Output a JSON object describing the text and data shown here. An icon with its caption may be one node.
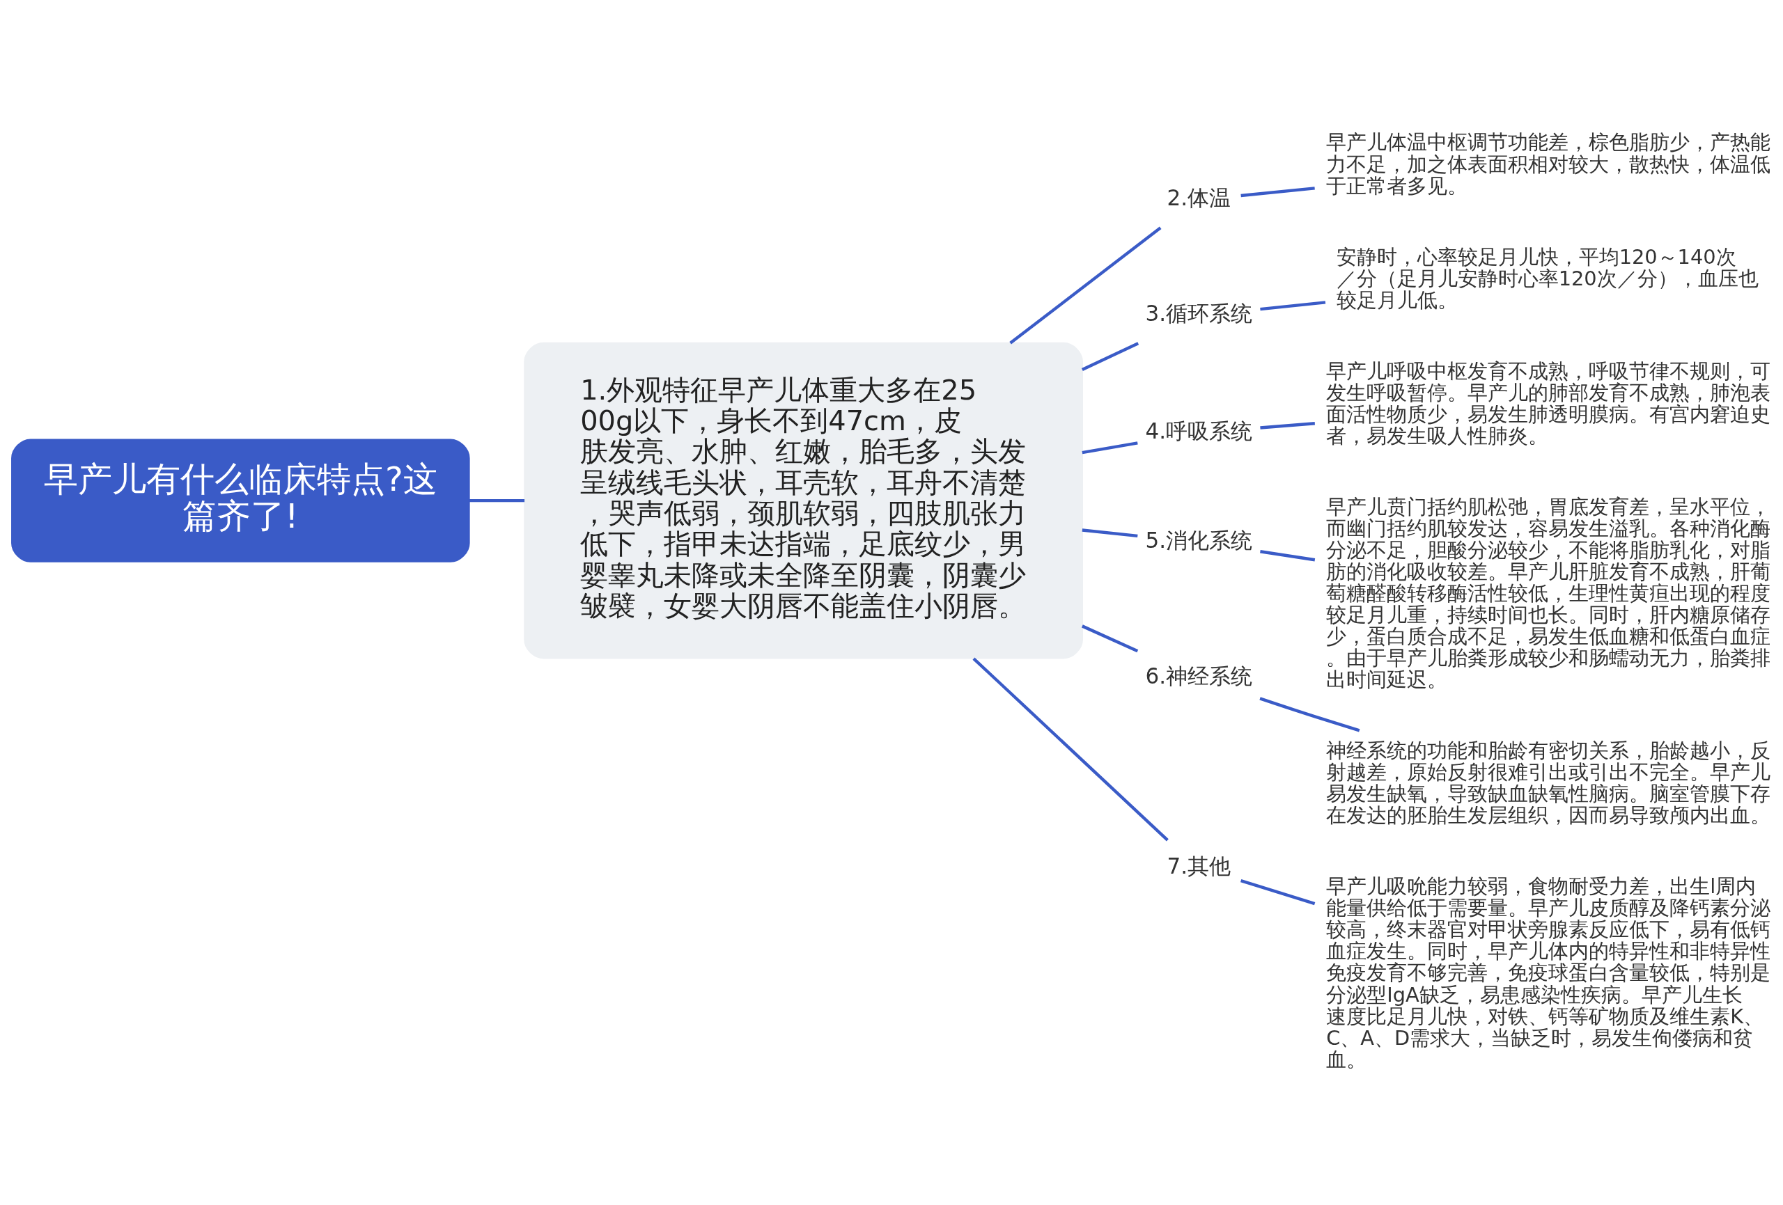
{
  "diagram": {
    "nodes": [
      {
        "text": [
          "早产儿有什么临床特点?这篇齐了!"
        ]
      },
      {
        "text": [
          "1.外观特征早产儿体重大多在2500g以下，身长不到47cm，皮肤发亮、水肿、红嫩，胎毛多，头发呈绒线毛头状，耳壳软，耳舟不清楚，哭声低弱，颈肌软弱，四肢肌张力低下，指甲未达指端，足底纹少，男婴睾丸未降或未全降至阴囊，阴囊少皱襞，女婴大阴唇不能盖住小阴唇。"
        ]
      },
      {
        "text": [
          "2.体温"
        ]
      },
      {
        "text": [
          "早产儿体温中枢调节功能差，棕色脂肪少，产热能力不足，加之体表面积相对较大，散热快，体温低于正常者多见。"
        ]
      },
      {
        "text": [
          "3.循环系统"
        ]
      },
      {
        "text": [
          "安静时，心率较足月儿快，平均120～140次／分（足月儿安静时心率120次／分），血压也较足月儿低。"
        ]
      },
      {
        "text": [
          "4.呼吸系统"
        ]
      },
      {
        "text": [
          "早产儿呼吸中枢发育不成熟，呼吸节律不规则，可发生呼吸暂停。早产儿的肺部发育不成熟，肺泡表面活性物质少，易发生肺透明膜病。有宫内窘迫史者，易发生吸人性肺炎。"
        ]
      },
      {
        "text": [
          "5.消化系统"
        ]
      },
      {
        "text": [
          "早产儿贲门括约肌松弛，胃底发育差，呈水平位，而幽门括约肌较发达，容易发生溢乳。各种消化酶分泌不足，胆酸分泌较少，不能将脂肪乳化，对脂肪的消化吸收较差。早产儿肝脏发育不成熟，肝葡萄糖醛酸转移酶活性较低，生理性黄疸出现的程度较足月儿重，持续时间也长。同时，肝内糖原储存少，蛋白质合成不足，易发生低血糖和低蛋白血症。由于早产儿胎粪形成较少和肠蠕动无力，胎粪排出时间延迟。"
        ]
      },
      {
        "text": [
          "6.神经系统"
        ]
      },
      {
        "text": [
          "神经系统的功能和胎龄有密切关系，胎龄越小，反射越差，原始反射很难引出或引出不完全。早产儿易发生缺氧，导致缺血缺氧性脑病。脑室管膜下存在发达的胚胎生发层组织，因而易导致颅内出血。"
        ]
      },
      {
        "text": [
          "7.其他"
        ]
      },
      {
        "text": [
          "早产儿吸吮能力较弱，食物耐受力差，出生l周内能量供给低于需要量。早产儿皮质醇及降钙素分泌较高，终末器官对甲状旁腺素反应低下，易有低钙血症发生。同时，早产儿体内的特异性和非特异性免疫发育不够完善，免疫球蛋白含量较低，特别是分泌型IgA缺乏，易患感染性疾病。早产儿生长速度比足月儿快，对铁、钙等矿物质及维生素K、C、A、D需求大，当缺乏时，易发生佝偻病和贫血。"
        ]
      }
    ],
    "edges": [
      {
        "from": 0,
        "to": 1,
        "arrow": "none"
      },
      {
        "from": 1,
        "to": 2,
        "arrow": "none"
      },
      {
        "from": 2,
        "to": 3,
        "arrow": "none"
      },
      {
        "from": 1,
        "to": 4,
        "arrow": "none"
      },
      {
        "from": 4,
        "to": 5,
        "arrow": "none"
      },
      {
        "from": 1,
        "to": 6,
        "arrow": "none"
      },
      {
        "from": 6,
        "to": 7,
        "arrow": "none"
      },
      {
        "from": 1,
        "to": 8,
        "arrow": "none"
      },
      {
        "from": 8,
        "to": 9,
        "arrow": "none"
      },
      {
        "from": 1,
        "to": 10,
        "arrow": "none"
      },
      {
        "from": 10,
        "to": 11,
        "arrow": "none"
      },
      {
        "from": 1,
        "to": 12,
        "arrow": "none"
      },
      {
        "from": 12,
        "to": 13,
        "arrow": "none"
      }
    ]
  }
}
